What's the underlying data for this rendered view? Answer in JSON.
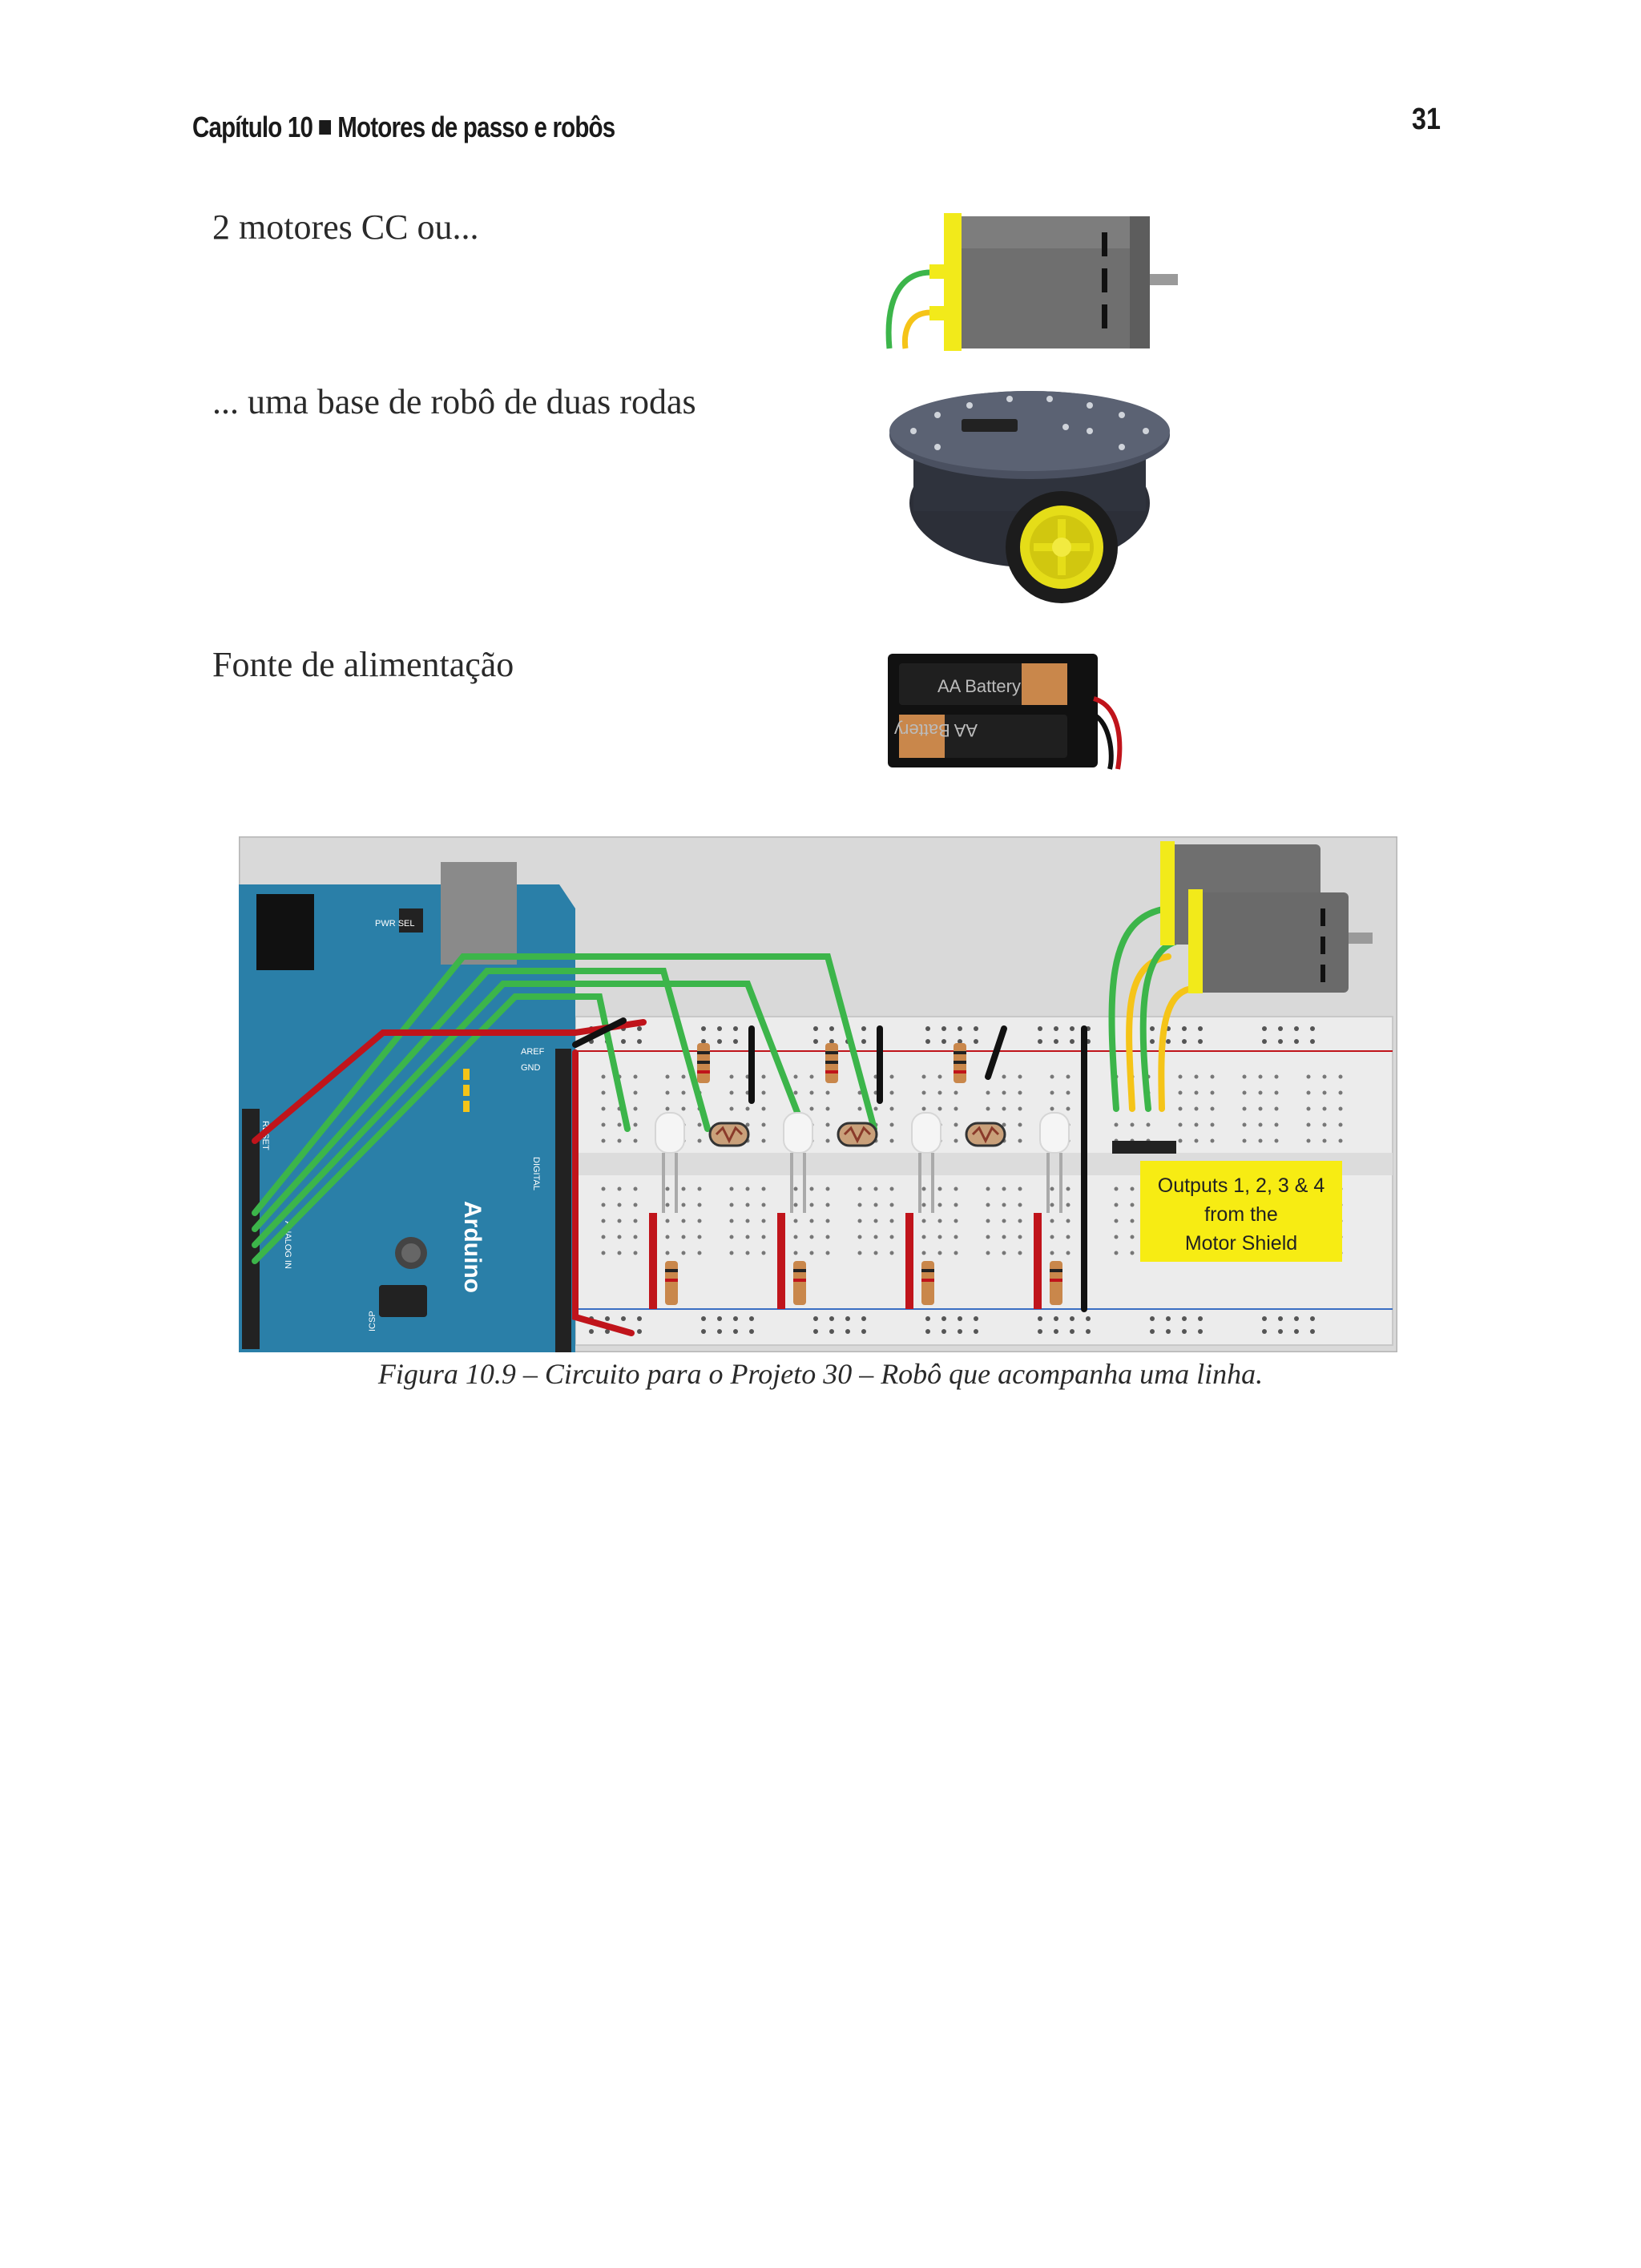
{
  "header": {
    "chapter": "Capítulo 10",
    "title": "Motores de passo e robôs",
    "page_number": "31"
  },
  "items": [
    {
      "text": "2 motores CC ou...",
      "icon": "dc-motor-icon"
    },
    {
      "text": "... uma base de robô de duas rodas",
      "icon": "robot-base-icon"
    },
    {
      "text": "Fonte de alimentação",
      "icon": "battery-holder-icon"
    }
  ],
  "battery_labels": [
    "AA Battery",
    "AA Battery"
  ],
  "circuit": {
    "board_label": "Arduino",
    "header_labels": [
      "PWR SEL",
      "AREF",
      "GND",
      "DIGITAL",
      "ANALOG IN",
      "RESET",
      "ICSP"
    ],
    "callout_lines": [
      "Outputs 1, 2, 3 & 4",
      "from the",
      "Motor Shield"
    ]
  },
  "caption": "Figura 10.9 – Circuito para o Projeto 30 – Robô que acompanha uma linha.",
  "colors": {
    "breadboard": "#e9e9e9",
    "arduino_blue": "#2a7fa8",
    "wire_green": "#3cb54a",
    "wire_red": "#c0141b",
    "wire_yellow": "#f5c418",
    "callout_yellow": "#f7ec13"
  }
}
